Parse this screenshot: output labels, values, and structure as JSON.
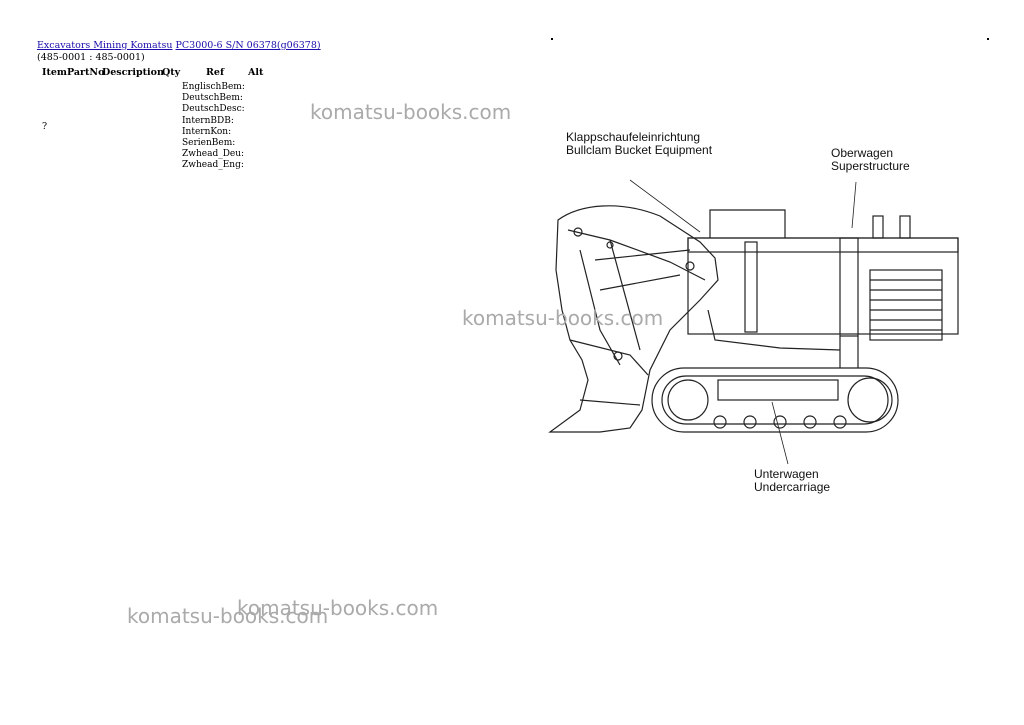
{
  "breadcrumb": {
    "link1": "Excavators Mining Komatsu",
    "link2": "PC3000-6 S/N 06378(g06378)",
    "range": "(485-0001 : 485-0001)"
  },
  "table_header": {
    "item": "Item",
    "partno": "PartNo",
    "description": "Description",
    "qty": "Qty",
    "ref": "Ref",
    "alt": "Alt"
  },
  "row_item": "?",
  "fields": [
    "EnglischBem:",
    "DeutschBem:",
    "DeutschDesc:",
    "InternBDB:",
    "InternKon:",
    "SerienBem:",
    "Zwhead_Deu:",
    "Zwhead_Eng:"
  ],
  "watermark": "komatsu-books.com",
  "diagram_labels": {
    "bucket_de": "Klappschaufeleinrichtung",
    "bucket_en": "Bullclam Bucket Equipment",
    "super_de": "Oberwagen",
    "super_en": "Superstructure",
    "under_de": "Unterwagen",
    "under_en": "Undercarriage"
  }
}
